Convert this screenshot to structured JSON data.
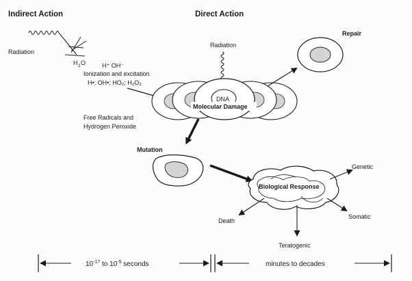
{
  "headers": {
    "indirect": "Indirect Action",
    "direct": "Direct Action"
  },
  "indirect": {
    "radiation": "Radiation",
    "water": "H",
    "water_sub": "2",
    "water_o": "O",
    "ions": "H⁺   OH⁻",
    "ionization": "Ionization and excitation",
    "radicals_line": "H•; OH•; HO₂; H₂O₂",
    "free_radicals_1": "Free Radicals and",
    "free_radicals_2": "Hydrogen Peroxide"
  },
  "direct": {
    "radiation": "Radiation",
    "dna": "DNA",
    "molecular_damage": "Molecular Damage"
  },
  "outcomes": {
    "repair": "Repair",
    "mutation": "Mutation",
    "biological_response": "Biological Response",
    "genetic": "Genetic",
    "somatic": "Somatic",
    "death": "Death",
    "teratogenic": "Teratogenic"
  },
  "timeline": {
    "left_pre": "10",
    "left_exp1": "-17",
    "left_mid": " to 10",
    "left_exp2": "-5",
    "left_post": " seconds",
    "right": "minutes to decades"
  },
  "colors": {
    "ink": "#1a1a1a",
    "nucleus": "#d4d4d4",
    "background": "#fcfcfc"
  }
}
